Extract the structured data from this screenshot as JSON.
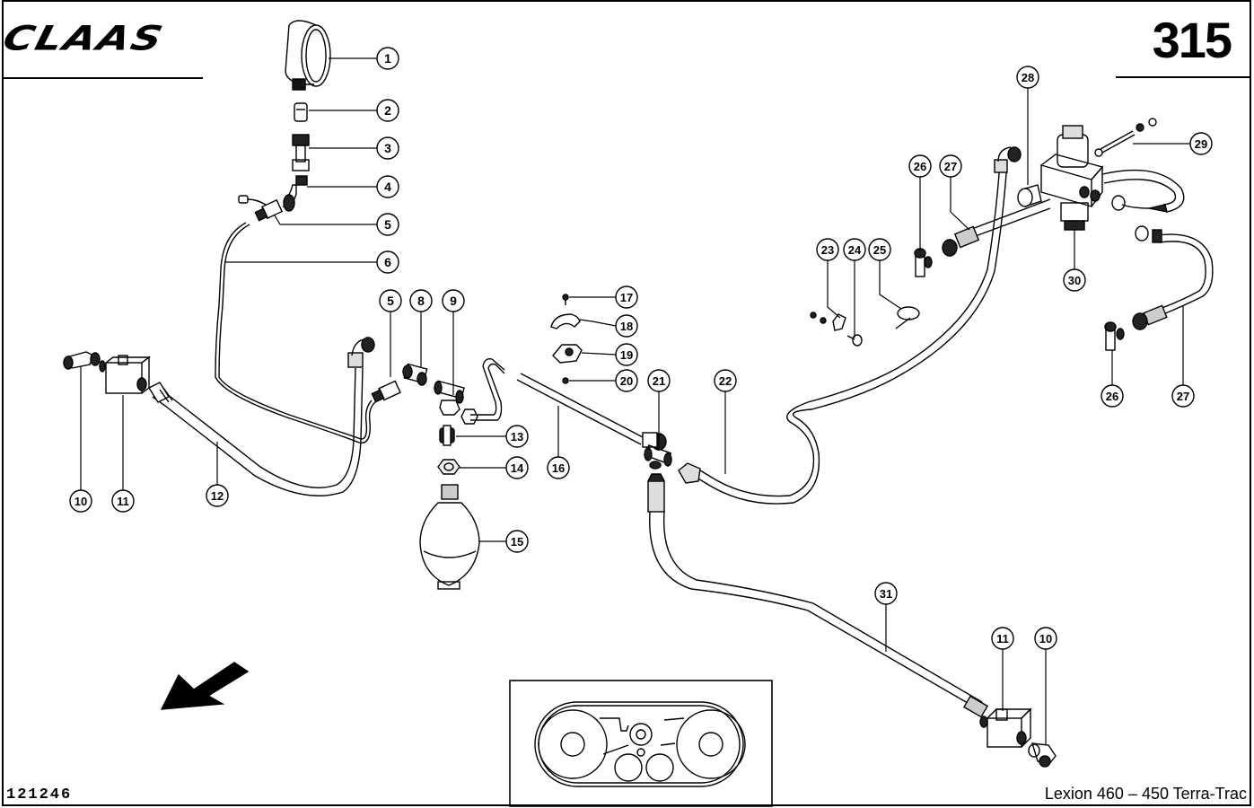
{
  "header": {
    "brand": "CLAAS",
    "page_number": "315"
  },
  "footer": {
    "reference_number": "121246",
    "model": "Lexion 460 – 450 Terra-Trac"
  },
  "callouts": [
    {
      "label": "1",
      "part": "pressure-gauge"
    },
    {
      "label": "2",
      "part": "adapter"
    },
    {
      "label": "3",
      "part": "union-fitting"
    },
    {
      "label": "4",
      "part": "elbow-fitting"
    },
    {
      "label": "5",
      "part": "test-coupling"
    },
    {
      "label": "6",
      "part": "measuring-hose"
    },
    {
      "label": "5",
      "part": "test-coupling"
    },
    {
      "label": "8",
      "part": "tee-fitting"
    },
    {
      "label": "9",
      "part": "tee-fitting"
    },
    {
      "label": "10",
      "part": "elbow-fitting"
    },
    {
      "label": "11",
      "part": "valve-block"
    },
    {
      "label": "12",
      "part": "hydraulic-hose"
    },
    {
      "label": "13",
      "part": "screw-plug"
    },
    {
      "label": "14",
      "part": "nut"
    },
    {
      "label": "15",
      "part": "accumulator"
    },
    {
      "label": "16",
      "part": "pipe"
    },
    {
      "label": "17",
      "part": "screw"
    },
    {
      "label": "18",
      "part": "clamp-cover"
    },
    {
      "label": "19",
      "part": "pipe-clamp"
    },
    {
      "label": "20",
      "part": "washer"
    },
    {
      "label": "21",
      "part": "tee-fitting"
    },
    {
      "label": "22",
      "part": "hydraulic-hose"
    },
    {
      "label": "23",
      "part": "banjo-fitting"
    },
    {
      "label": "24",
      "part": "banjo-bolt"
    },
    {
      "label": "25",
      "part": "hose-clip"
    },
    {
      "label": "26",
      "part": "banjo-bolt"
    },
    {
      "label": "27",
      "part": "hydraulic-hose"
    },
    {
      "label": "28",
      "part": "spacer"
    },
    {
      "label": "29",
      "part": "bolt"
    },
    {
      "label": "30",
      "part": "solenoid-valve"
    },
    {
      "label": "26",
      "part": "banjo-bolt"
    },
    {
      "label": "27",
      "part": "hydraulic-hose"
    },
    {
      "label": "31",
      "part": "hydraulic-hose"
    },
    {
      "label": "11",
      "part": "valve-block"
    },
    {
      "label": "10",
      "part": "elbow-fitting"
    }
  ],
  "inset": {
    "subject": "terra-trac-track-unit"
  },
  "direction_arrow": {
    "meaning": "direction-of-travel"
  }
}
